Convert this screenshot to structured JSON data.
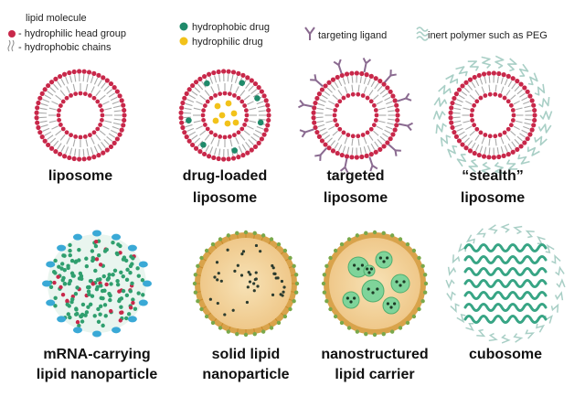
{
  "legend": {
    "lipid_molecule": "lipid molecule",
    "head_group": "- hydrophilic head group",
    "chains": "- hydrophobic chains",
    "hydrophobic_drug": "hydrophobic drug",
    "hydrophilic_drug": "hydrophilic drug",
    "targeting_ligand": "targeting ligand",
    "inert_polymer": "inert polymer such as PEG"
  },
  "captions": {
    "liposome": [
      "liposome"
    ],
    "drug_loaded": [
      "drug-loaded",
      "liposome"
    ],
    "targeted": [
      "targeted",
      "liposome"
    ],
    "stealth": [
      "“stealth”",
      "liposome"
    ],
    "mrna": [
      "mRNA-carrying",
      "lipid nanoparticle"
    ],
    "sln": [
      "solid lipid",
      "nanoparticle"
    ],
    "nlc": [
      "nanostructured",
      "lipid carrier"
    ],
    "cubosome": [
      "cubosome"
    ]
  },
  "colors": {
    "head_group": "#c8284a",
    "tail": "#a9a9a9",
    "hydrophobic_drug": "#1f8a6a",
    "hydrophilic_drug": "#f2c21a",
    "ligand": "#8a6a90",
    "peg": "#a9cfc6",
    "lnp_core": "#2f9f6e",
    "lnp_accent": "#3aa9d6",
    "solid_core": "#f2d29a",
    "nlc_pocket": "#7fd49a",
    "cubosome": "#38a585"
  }
}
